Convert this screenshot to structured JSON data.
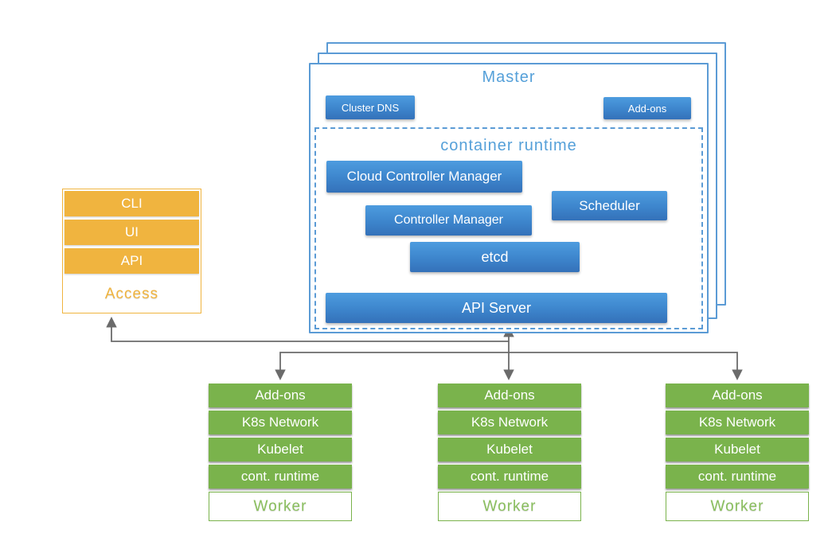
{
  "colors": {
    "blue_gradient_top": "#4d9cdf",
    "blue_gradient_bottom": "#3471b9",
    "master_border_blue": "#5b9bd5",
    "title_blue": "#55a0d9",
    "orange": "#f0b43f",
    "green": "#7ab34c",
    "worker_label_green": "#8abf5e",
    "arrow_gray": "#6b6b6b"
  },
  "access": {
    "rows": [
      "CLI",
      "UI",
      "API"
    ],
    "label": "Access"
  },
  "master": {
    "title": "Master",
    "cluster_dns_label": "Cluster DNS",
    "addons_label": "Add-ons",
    "runtime": {
      "title": "container runtime",
      "cloud_controller_manager": "Cloud Controller Manager",
      "controller_manager": "Controller Manager",
      "scheduler": "Scheduler",
      "etcd": "etcd",
      "api_server": "API Server"
    }
  },
  "workers": [
    {
      "rows": [
        "Add-ons",
        "K8s Network",
        "Kubelet",
        "cont. runtime"
      ],
      "label": "Worker"
    },
    {
      "rows": [
        "Add-ons",
        "K8s Network",
        "Kubelet",
        "cont. runtime"
      ],
      "label": "Worker"
    },
    {
      "rows": [
        "Add-ons",
        "K8s Network",
        "Kubelet",
        "cont. runtime"
      ],
      "label": "Worker"
    }
  ]
}
